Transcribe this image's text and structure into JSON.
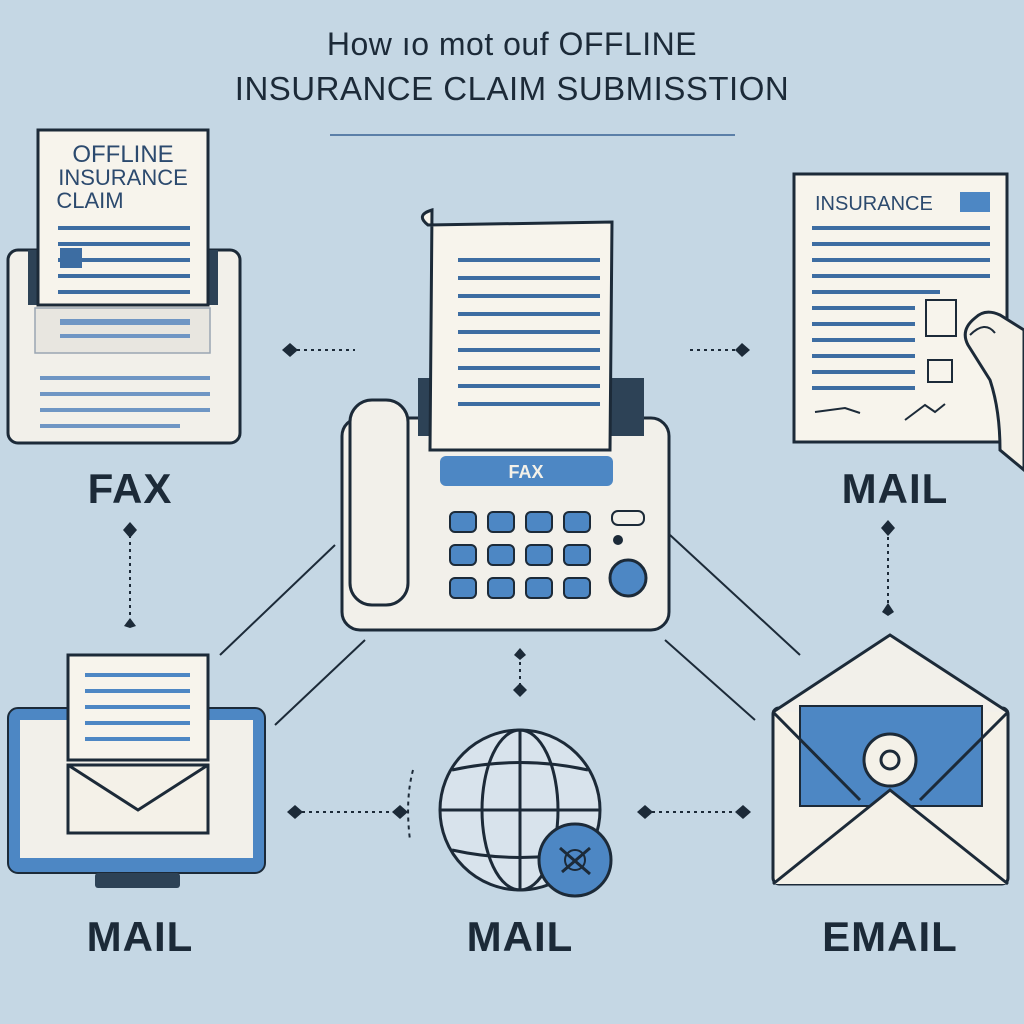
{
  "title": {
    "line1": "How ıo mot ouf OFFLINE",
    "line2": "INSURANCE CLAIM SUBMISSTION"
  },
  "fax_doc": {
    "lines": [
      "OFFLINE",
      "INSURANCE",
      "CLAIM"
    ]
  },
  "mail_doc": {
    "heading": "INSURANCE"
  },
  "fax_machine": {
    "display": "FAX"
  },
  "labels": {
    "top_left": "FAX",
    "top_right": "MAIL",
    "bottom_left": "MAIL",
    "bottom_center": "MAIL",
    "bottom_right": "EMAIL"
  },
  "colors": {
    "background": "#c5d7e4",
    "ink": "#1c2a38",
    "accent_blue": "#4d87c4",
    "paper": "#f4f1e8",
    "machine": "#f2f0ea"
  },
  "icons": [
    "fax-machine-icon",
    "printer-icon",
    "document-hand-icon",
    "laptop-mail-icon",
    "globe-icon",
    "envelope-email-icon"
  ]
}
